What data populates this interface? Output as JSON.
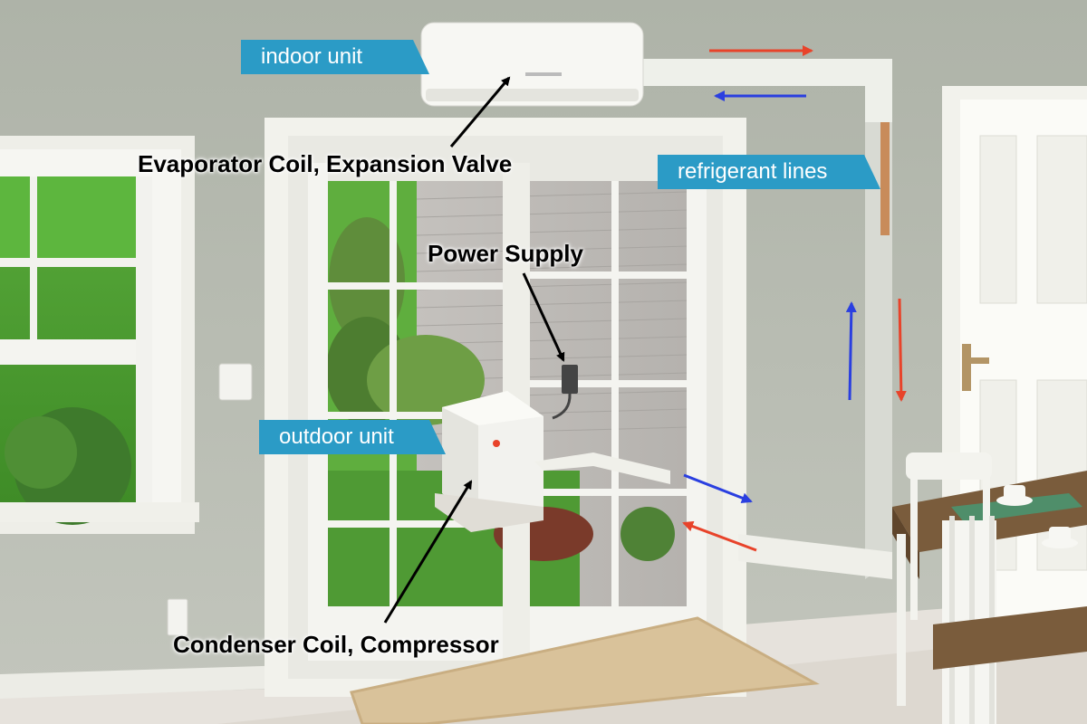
{
  "tags": {
    "indoor_unit": "indoor unit",
    "refrigerant_lines": "refrigerant lines",
    "outdoor_unit": "outdoor unit"
  },
  "labels": {
    "evaporator": "Evaporator Coil, Expansion Valve",
    "power_supply": "Power Supply",
    "condenser": "Condenser Coil, Compressor"
  },
  "colors": {
    "tag_bg": "#2b9bc6",
    "flow_hot": "#e8432a",
    "flow_cold": "#2a3fe0",
    "wall": "#b9bdb3",
    "trim": "#f1f1ec"
  }
}
